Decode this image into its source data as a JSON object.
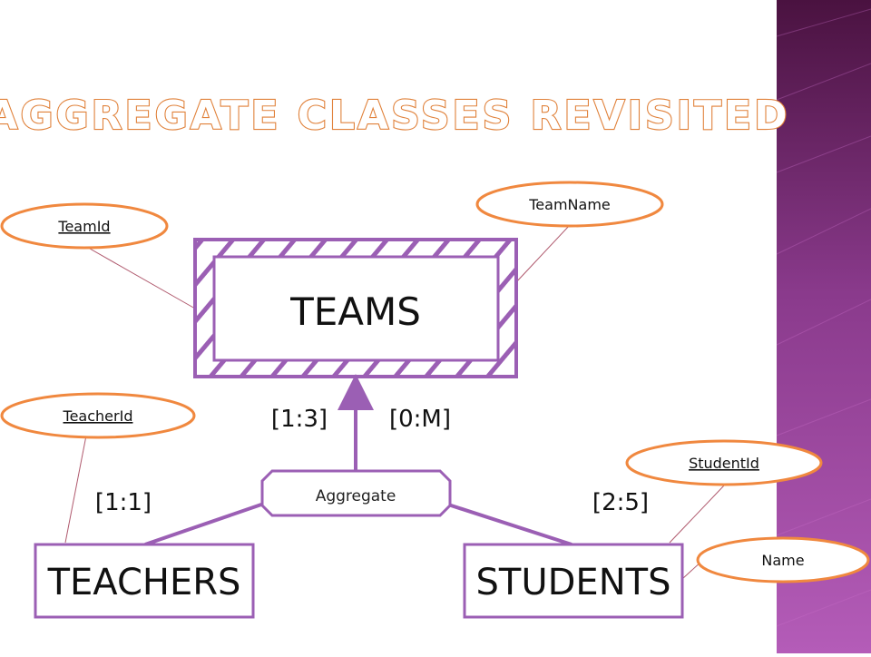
{
  "slide": {
    "title": "AGGREGATE CLASSES REVISITED"
  },
  "colors": {
    "title_fill": "#ffffff",
    "title_outline": "#e0813a",
    "entity_border": "#9b5fb4",
    "attribute_border": "#f0883f",
    "side_panel": "#a24aa6"
  },
  "diagram": {
    "aggregate_entity": {
      "label": "TEAMS"
    },
    "entities": [
      {
        "label": "TEACHERS"
      },
      {
        "label": "STUDENTS"
      }
    ],
    "relationship": {
      "label": "Aggregate"
    },
    "cardinalities": {
      "teams_left": "[1:3]",
      "teams_right": "[0:M]",
      "teachers": "[1:1]",
      "students": "[2:5]"
    },
    "attributes": {
      "team_id": "TeamId",
      "team_name": "TeamName",
      "teacher_id": "TeacherId",
      "student_id": "StudentId",
      "name": "Name"
    }
  }
}
